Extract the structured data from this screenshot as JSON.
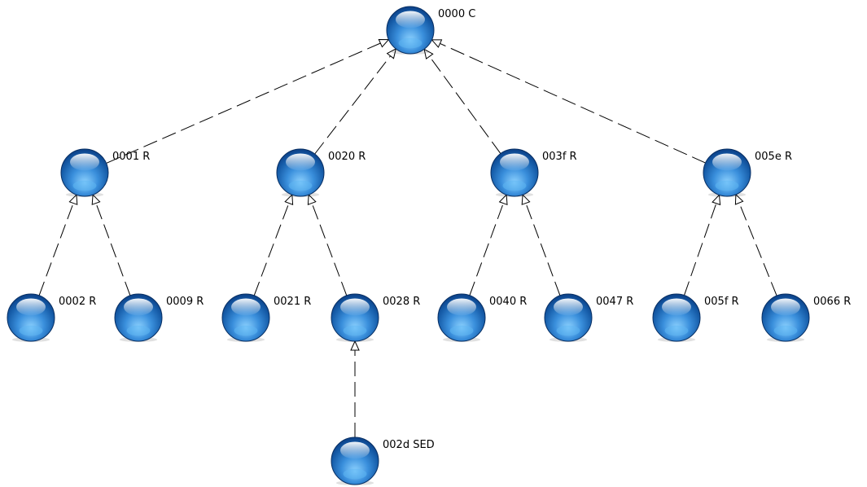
{
  "nodes": [
    {
      "id": "n0000",
      "label": "0000 C"
    },
    {
      "id": "n0001",
      "label": "0001 R"
    },
    {
      "id": "n0020",
      "label": "0020 R"
    },
    {
      "id": "n003f",
      "label": "003f R"
    },
    {
      "id": "n005e",
      "label": "005e R"
    },
    {
      "id": "n0002",
      "label": "0002 R"
    },
    {
      "id": "n0009",
      "label": "0009 R"
    },
    {
      "id": "n0021",
      "label": "0021 R"
    },
    {
      "id": "n0028",
      "label": "0028 R"
    },
    {
      "id": "n0040",
      "label": "0040 R"
    },
    {
      "id": "n0047",
      "label": "0047 R"
    },
    {
      "id": "n005f",
      "label": "005f R"
    },
    {
      "id": "n0066",
      "label": "0066 R"
    },
    {
      "id": "n002d",
      "label": "002d SED"
    }
  ],
  "edges": [
    {
      "from": "n0001",
      "to": "n0000"
    },
    {
      "from": "n0020",
      "to": "n0000"
    },
    {
      "from": "n003f",
      "to": "n0000"
    },
    {
      "from": "n005e",
      "to": "n0000"
    },
    {
      "from": "n0002",
      "to": "n0001"
    },
    {
      "from": "n0009",
      "to": "n0001"
    },
    {
      "from": "n0021",
      "to": "n0020"
    },
    {
      "from": "n0028",
      "to": "n0020"
    },
    {
      "from": "n0040",
      "to": "n003f"
    },
    {
      "from": "n0047",
      "to": "n003f"
    },
    {
      "from": "n005f",
      "to": "n005e"
    },
    {
      "from": "n0066",
      "to": "n005e"
    },
    {
      "from": "n002d",
      "to": "n0028"
    }
  ],
  "colors": {
    "node_highlight": "#d6efff",
    "node_light": "#5fb6f2",
    "node_mid": "#2f7fd0",
    "node_dark": "#0b3f86",
    "node_outline": "#082f63",
    "edge": "#000000",
    "label": "#000000"
  }
}
